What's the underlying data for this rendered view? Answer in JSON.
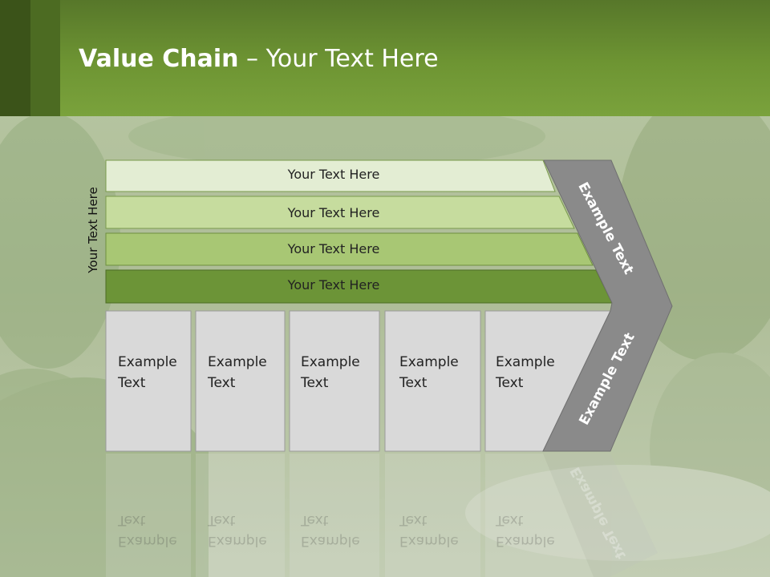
{
  "slide": {
    "title_bold": "Value Chain",
    "title_rest": " – Your Text Here",
    "side_label": "Your Text Here"
  },
  "rows": [
    {
      "label": "Your Text Here",
      "color": "#e3edd3"
    },
    {
      "label": "Your Text Here",
      "color": "#c6dc9e"
    },
    {
      "label": "Your Text Here",
      "color": "#a8c774"
    },
    {
      "label": "Your Text Here",
      "color": "#6c9437"
    }
  ],
  "boxes": [
    {
      "line1": "Example",
      "line2": "Text"
    },
    {
      "line1": "Example",
      "line2": "Text"
    },
    {
      "line1": "Example",
      "line2": "Text"
    },
    {
      "line1": "Example",
      "line2": "Text"
    },
    {
      "line1": "Example",
      "line2": "Text"
    }
  ],
  "chevron": {
    "upper_text": "Example Text",
    "lower_text": "Example Text",
    "color": "#8a8a8a"
  },
  "colors": {
    "header": "#6e9533",
    "box_fill": "#d9d9d9"
  }
}
